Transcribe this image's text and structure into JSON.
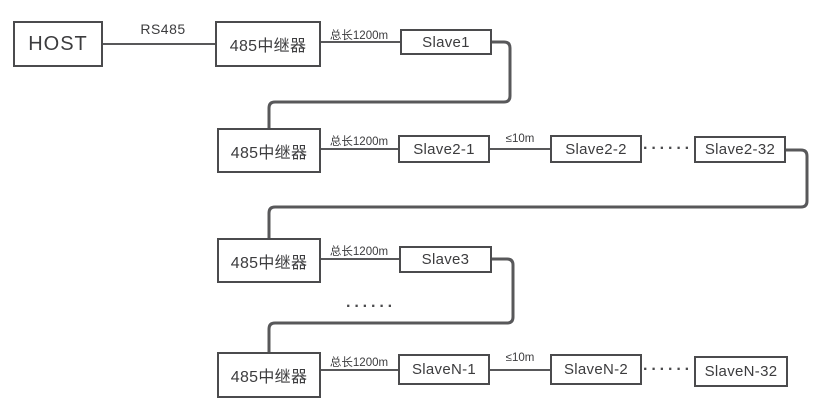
{
  "colors": {
    "background": "#ffffff",
    "line": "#58585a",
    "box_border": "#4b4b4d",
    "text": "#3c3c3e"
  },
  "labels": {
    "host": "HOST",
    "rs485": "RS485",
    "repeater": "485中继器",
    "segment_length": "总长1200m",
    "max_spacing": "≤10m",
    "dots": "······"
  },
  "slaves": {
    "slave1": "Slave1",
    "slave2_1": "Slave2-1",
    "slave2_2": "Slave2-2",
    "slave2_32": "Slave2-32",
    "slave3": "Slave3",
    "slaveN_1": "SlaveN-1",
    "slaveN_2": "SlaveN-2",
    "slaveN_32": "SlaveN-32"
  }
}
